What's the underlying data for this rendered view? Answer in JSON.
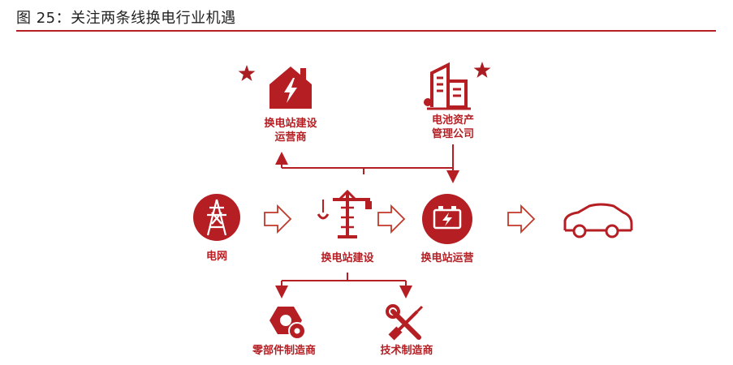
{
  "header": {
    "figure_title": "图 25：关注两条线换电行业机遇"
  },
  "nodes": {
    "station_operator_top": {
      "line1": "换电站建设",
      "line2": "运营商"
    },
    "battery_asset_mgmt": {
      "line1": "电池资产",
      "line2": "管理公司"
    },
    "grid": {
      "label": "电网"
    },
    "station_construction": {
      "label": "换电站建设"
    },
    "station_operation": {
      "label": "换电站运营"
    },
    "parts_manufacturer": {
      "label": "零部件制造商"
    },
    "tech_manufacturer": {
      "label": "技术制造商"
    }
  },
  "colors": {
    "accent": "#b51f24",
    "arrow_outline": "#c0392b",
    "star": "#a81c22"
  }
}
